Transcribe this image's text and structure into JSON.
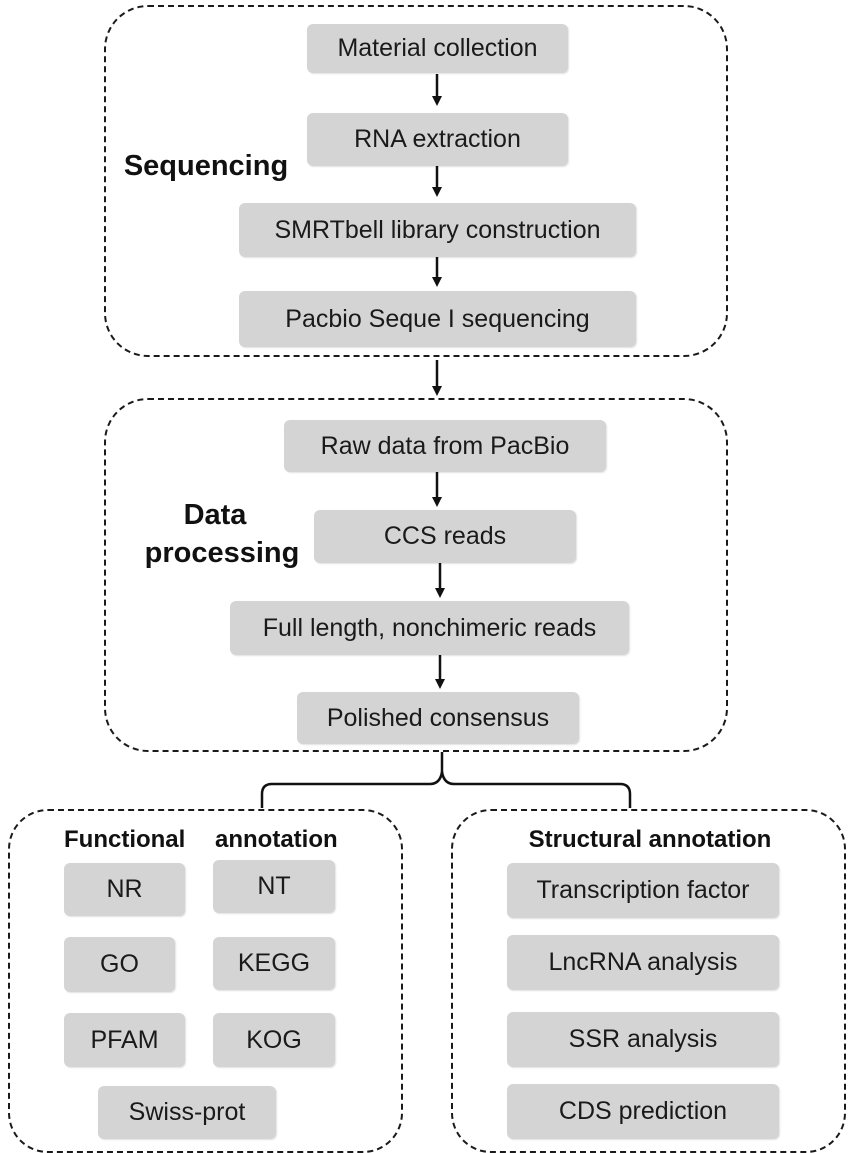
{
  "sequencing": {
    "title": "Sequencing",
    "steps": [
      "Material collection",
      "RNA extraction",
      "SMRTbell library construction",
      "Pacbio Seque I sequencing"
    ]
  },
  "data_processing": {
    "title_line1": "Data",
    "title_line2": "processing",
    "steps": [
      "Raw data from PacBio",
      "CCS reads",
      "Full length, nonchimeric reads",
      "Polished consensus"
    ]
  },
  "functional_annotation": {
    "title_word1": "Functional",
    "title_word2": "annotation",
    "databases": [
      "NR",
      "NT",
      "GO",
      "KEGG",
      "PFAM",
      "KOG",
      "Swiss-prot"
    ]
  },
  "structural_annotation": {
    "title": "Structural annotation",
    "items": [
      "Transcription factor",
      "LncRNA analysis",
      "SSR analysis",
      "CDS prediction"
    ]
  },
  "colors": {
    "box_fill": "#d4d4d4",
    "border": "#1a1a1a",
    "text": "#1a1a1a"
  }
}
